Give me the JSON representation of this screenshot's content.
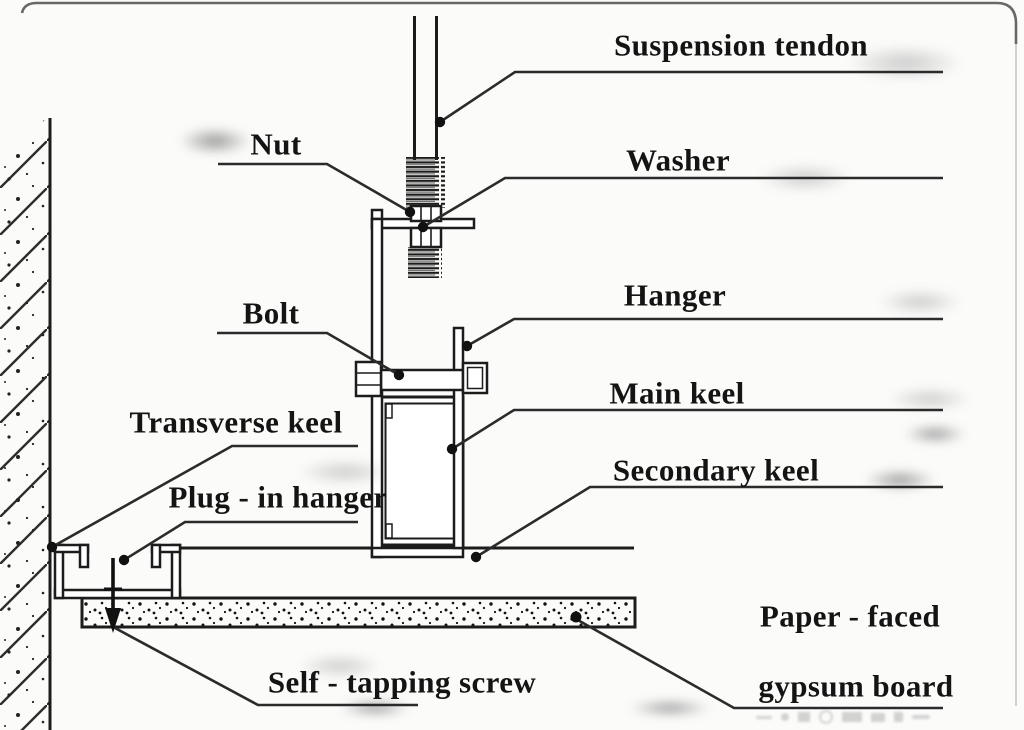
{
  "diagram": {
    "kind": "suspended-ceiling-construction-detail",
    "labels": {
      "suspension_tendon": "Suspension tendon",
      "nut": "Nut",
      "washer": "Washer",
      "hanger": "Hanger",
      "bolt": "Bolt",
      "main_keel": "Main keel",
      "transverse_keel": "Transverse keel",
      "secondary_keel": "Secondary keel",
      "plug_in_hanger": "Plug - in hanger",
      "self_tapping_screw": "Self - tapping screw",
      "paper_faced_line1": "Paper - faced",
      "paper_faced_line2": "gypsum board"
    },
    "colors": {
      "ink": "#1c1c1c",
      "leader": "#2b2b2b",
      "background": "#fbfbfa"
    }
  }
}
